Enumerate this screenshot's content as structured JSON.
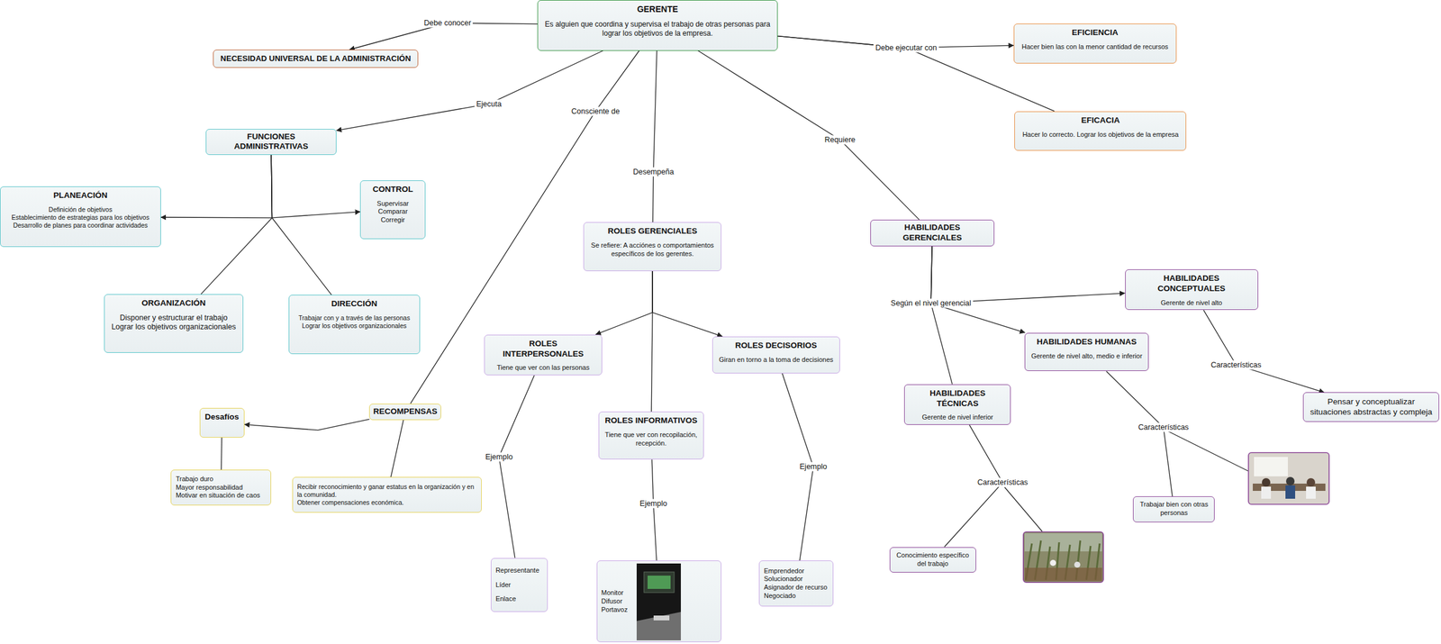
{
  "diagram": {
    "nodes": [
      {
        "text": [
          "GERENTE",
          "Es alguien que coordina y supervisa el trabajo de otras personas para lograr los objetivos de la empresa."
        ]
      },
      {
        "text": [
          "NECESIDAD UNIVERSAL DE LA ADMINISTRACIÓN"
        ]
      },
      {
        "text": [
          "EFICIENCIA",
          "Hacer bien las con la menor cantidad de recursos"
        ]
      },
      {
        "text": [
          "EFICACIA",
          "Hacer lo correcto. Lograr los objetivos de la empresa"
        ]
      },
      {
        "text": [
          "FUNCIONES ADMINISTRATIVAS"
        ]
      },
      {
        "text": [
          "PLANEACIÓN",
          "Definición de objetivos",
          "Establecimiento de estrategias para los objetivos",
          "Desarrollo de planes para coordinar actividades"
        ]
      },
      {
        "text": [
          "CONTROL",
          "Supervisar",
          "Comparar",
          "Corregir"
        ]
      },
      {
        "text": [
          "ORGANIZACIÓN",
          "Disponer y estructurar el trabajo",
          "Lograr los objetivos organizacionales"
        ]
      },
      {
        "text": [
          "DIRECCIÓN",
          "Trabajar con y a través de las personas",
          "Lograr los objetivos organizacionales"
        ]
      },
      {
        "text": [
          "ROLES GERENCIALES",
          "Se refiere: A acciónes o comportamientos específicos de los gerentes."
        ]
      },
      {
        "text": [
          "HABILIDADES GERENCIALES"
        ]
      },
      {
        "text": [
          "RECOMPENSAS"
        ]
      },
      {
        "text": [
          "Desafíos"
        ]
      },
      {
        "text": [
          "Trabajo duro",
          "Mayor responsabilidad",
          "Motivar en situación de caos"
        ]
      },
      {
        "text": [
          "Recibir reconocimiento y ganar estatus en la organización y en la comunidad.",
          "Obtener compensaciones económica."
        ]
      },
      {
        "text": [
          "ROLES INTERPERSONALES",
          "Tiene que ver con las personas"
        ]
      },
      {
        "text": [
          "ROLES INFORMATIVOS",
          "Tiene que ver con recopilación, recepción."
        ]
      },
      {
        "text": [
          "ROLES DECISORIOS",
          "Giran en torno a la toma de decisiones"
        ]
      },
      {
        "text": [
          "Representante",
          "Líder",
          "Enlace"
        ]
      },
      {
        "text": [
          "Monitor",
          "Difusor",
          "Portavoz"
        ]
      },
      {
        "text": [
          "Emprendedor",
          "Solucionador",
          "Asignador de recurso",
          "Negociado"
        ]
      },
      {
        "text": [
          "HABILIDADES CONCEPTUALES",
          "Gerente de nivel alto"
        ]
      },
      {
        "text": [
          "HABILIDADES HUMANAS",
          "Gerente de nivel alto, medio e inferior"
        ]
      },
      {
        "text": [
          "HABILIDADES TÉCNICAS",
          "Gerente de nivel inferior"
        ]
      },
      {
        "text": [
          "Pensar y conceptualizar situaciones abstractas y compleja"
        ]
      },
      {
        "text": [
          "Trabajar bien con otras personas"
        ]
      },
      {
        "text": [
          "Conocimiento específico del trabajo"
        ]
      }
    ],
    "edges": [
      {
        "from": 0,
        "to": 1,
        "label": "Debe conocer",
        "arrow": "to"
      },
      {
        "from": 0,
        "to": 2,
        "label": "Debe ejecutar con",
        "arrow": "to"
      },
      {
        "from": 0,
        "to": 3,
        "arrow": "none"
      },
      {
        "from": 0,
        "to": 4,
        "label": "Ejecuta",
        "arrow": "to"
      },
      {
        "from": 0,
        "to": 11,
        "label": "Consciente de",
        "arrow": "none"
      },
      {
        "from": 0,
        "to": 9,
        "label": "Desempeña",
        "arrow": "none"
      },
      {
        "from": 0,
        "to": 10,
        "label": "Requiere",
        "arrow": "none"
      },
      {
        "from": 4,
        "to": 5,
        "arrow": "to"
      },
      {
        "from": 4,
        "to": 6,
        "arrow": "to"
      },
      {
        "from": 4,
        "to": 7,
        "arrow": "none"
      },
      {
        "from": 4,
        "to": 8,
        "arrow": "none"
      },
      {
        "from": 11,
        "to": 12,
        "arrow": "to"
      },
      {
        "from": 11,
        "to": 14,
        "arrow": "none"
      },
      {
        "from": 12,
        "to": 13,
        "arrow": "none"
      },
      {
        "from": 9,
        "to": 15,
        "arrow": "to"
      },
      {
        "from": 9,
        "to": 16,
        "arrow": "none"
      },
      {
        "from": 9,
        "to": 17,
        "arrow": "to"
      },
      {
        "from": 15,
        "to": 18,
        "label": "Ejemplo",
        "arrow": "none"
      },
      {
        "from": 16,
        "to": 19,
        "label": "Ejemplo",
        "arrow": "none"
      },
      {
        "from": 17,
        "to": 20,
        "label": "Ejemplo",
        "arrow": "none"
      },
      {
        "from": 10,
        "to": 21,
        "label": "Según el nivel gerencial",
        "arrow": "to"
      },
      {
        "from": 10,
        "to": 22,
        "arrow": "to"
      },
      {
        "from": 10,
        "to": 23,
        "arrow": "none"
      },
      {
        "from": 21,
        "to": 24,
        "label": "Características",
        "arrow": "to"
      },
      {
        "from": 22,
        "to": 25,
        "label": "Características",
        "arrow": "none"
      },
      {
        "from": 23,
        "to": 26,
        "label": "Características",
        "arrow": "none"
      }
    ]
  }
}
